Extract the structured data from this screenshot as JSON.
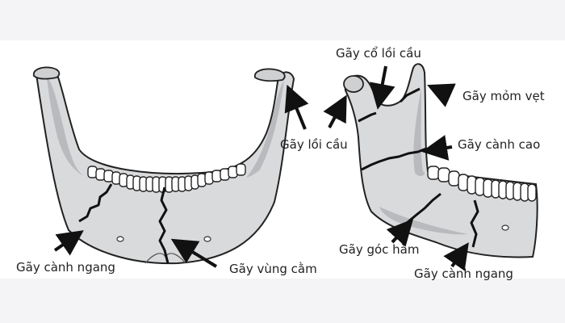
{
  "labels": {
    "canh_ngang_front": "Gãy cành ngang",
    "vung_cam": "Gãy vùng cằm",
    "loi_cau": "Gãy lồi cầu",
    "co_loi_cau": "Gãy cổ lồi cầu",
    "mom_vet": "Gãy mỏm vẹt",
    "canh_cao": "Gãy cành cao",
    "goc_ham": "Gãy góc hàm",
    "canh_ngang_side": "Gãy cành ngang"
  },
  "colors": {
    "bone": "#d9dadc",
    "bone_shadow": "#b9babd",
    "outline": "#222222",
    "teeth": "#ffffff",
    "fracture": "#111111",
    "arrow": "#111111"
  }
}
